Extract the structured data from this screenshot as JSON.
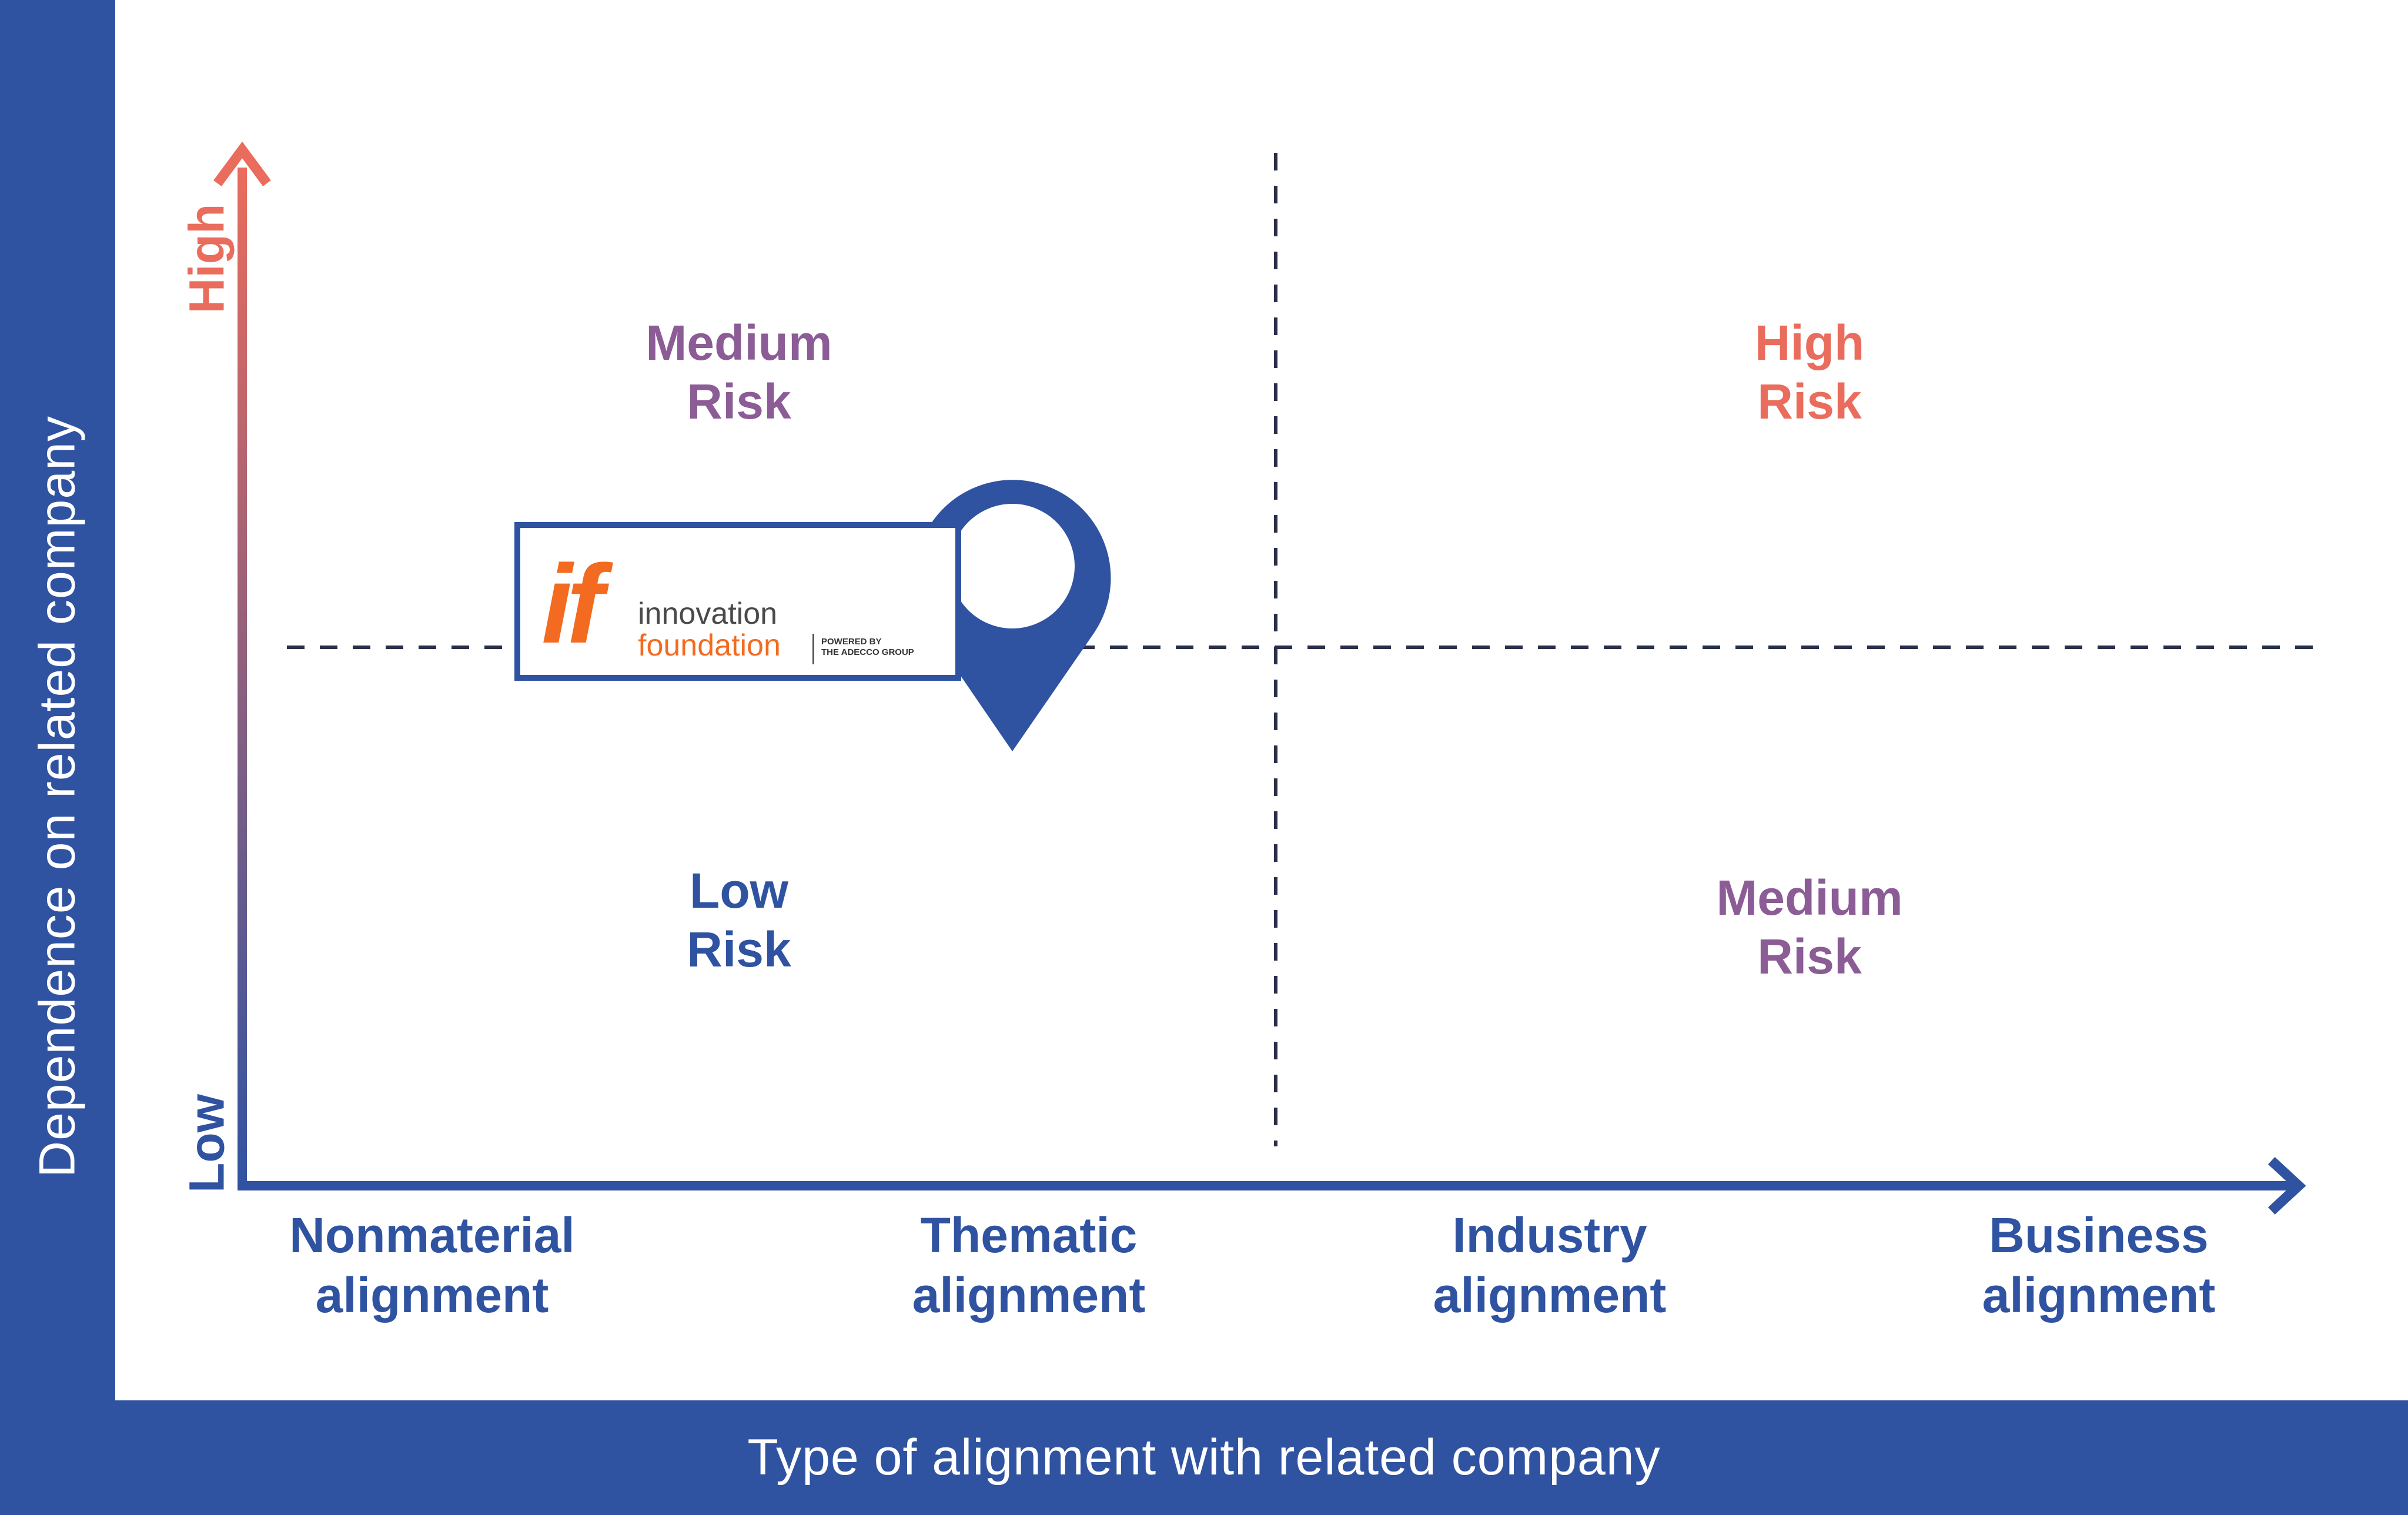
{
  "axes": {
    "y_title": "Dependence on related company",
    "x_title": "Type of alignment with related company",
    "y_high": "High",
    "y_low": "Low"
  },
  "quadrants": {
    "top_left": {
      "line1": "Medium",
      "line2": "Risk"
    },
    "top_right": {
      "line1": "High",
      "line2": "Risk"
    },
    "bottom_left": {
      "line1": "Low",
      "line2": "Risk"
    },
    "bottom_right": {
      "line1": "Medium",
      "line2": "Risk"
    }
  },
  "categories": [
    {
      "line1": "Nonmaterial",
      "line2": "alignment"
    },
    {
      "line1": "Thematic",
      "line2": "alignment"
    },
    {
      "line1": "Industry",
      "line2": "alignment"
    },
    {
      "line1": "Business",
      "line2": "alignment"
    }
  ],
  "marker": {
    "logo_mark": "if",
    "logo_line1": "innovation",
    "logo_line2": "foundation",
    "tagline1": "POWERED BY",
    "tagline2": "THE ADECCO GROUP",
    "pin_icon": "map-pin-icon"
  },
  "colors": {
    "brand_blue": "#2f53a1",
    "high_coral": "#ea6c5c",
    "medium_purple": "#8b5c95",
    "logo_orange": "#f26b21"
  }
}
